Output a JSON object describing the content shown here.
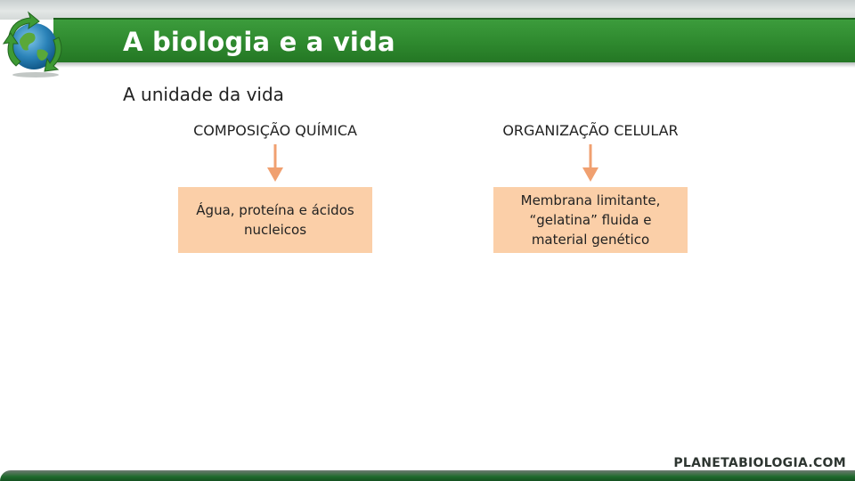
{
  "title": "A biologia e a vida",
  "subtitle": "A unidade da vida",
  "columns": [
    {
      "heading": "COMPOSIÇÃO QUÍMICA",
      "box": "Água, proteína e ácidos\nnucleicos"
    },
    {
      "heading": "ORGANIZAÇÃO CELULAR",
      "box": "Membrana limitante,\n“gelatina” fluida e\nmaterial genético"
    }
  ],
  "brand": "PLANETABIOLOGIA.COM",
  "colors": {
    "title_bar": "#2f8a2f",
    "box_fill": "#fbcfa8",
    "arrow": "#f0a070"
  },
  "icons": {
    "logo": "globe-recycle-icon",
    "connector": "arrow-down-icon"
  }
}
